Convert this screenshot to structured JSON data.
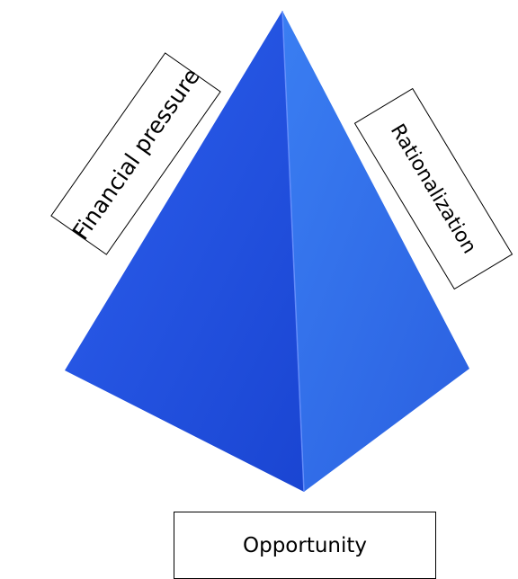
{
  "diagram": {
    "shape": "pyramid",
    "colors": {
      "left_face": "#2b5ae6",
      "right_face": "#2f6fe6",
      "front_face": "#1e4fdb",
      "edge_highlight": "#6f95ff"
    },
    "labels": {
      "financial_pressure": "Financial pressure",
      "rationalization": "Rationalization",
      "opportunity": "Opportunity"
    }
  }
}
